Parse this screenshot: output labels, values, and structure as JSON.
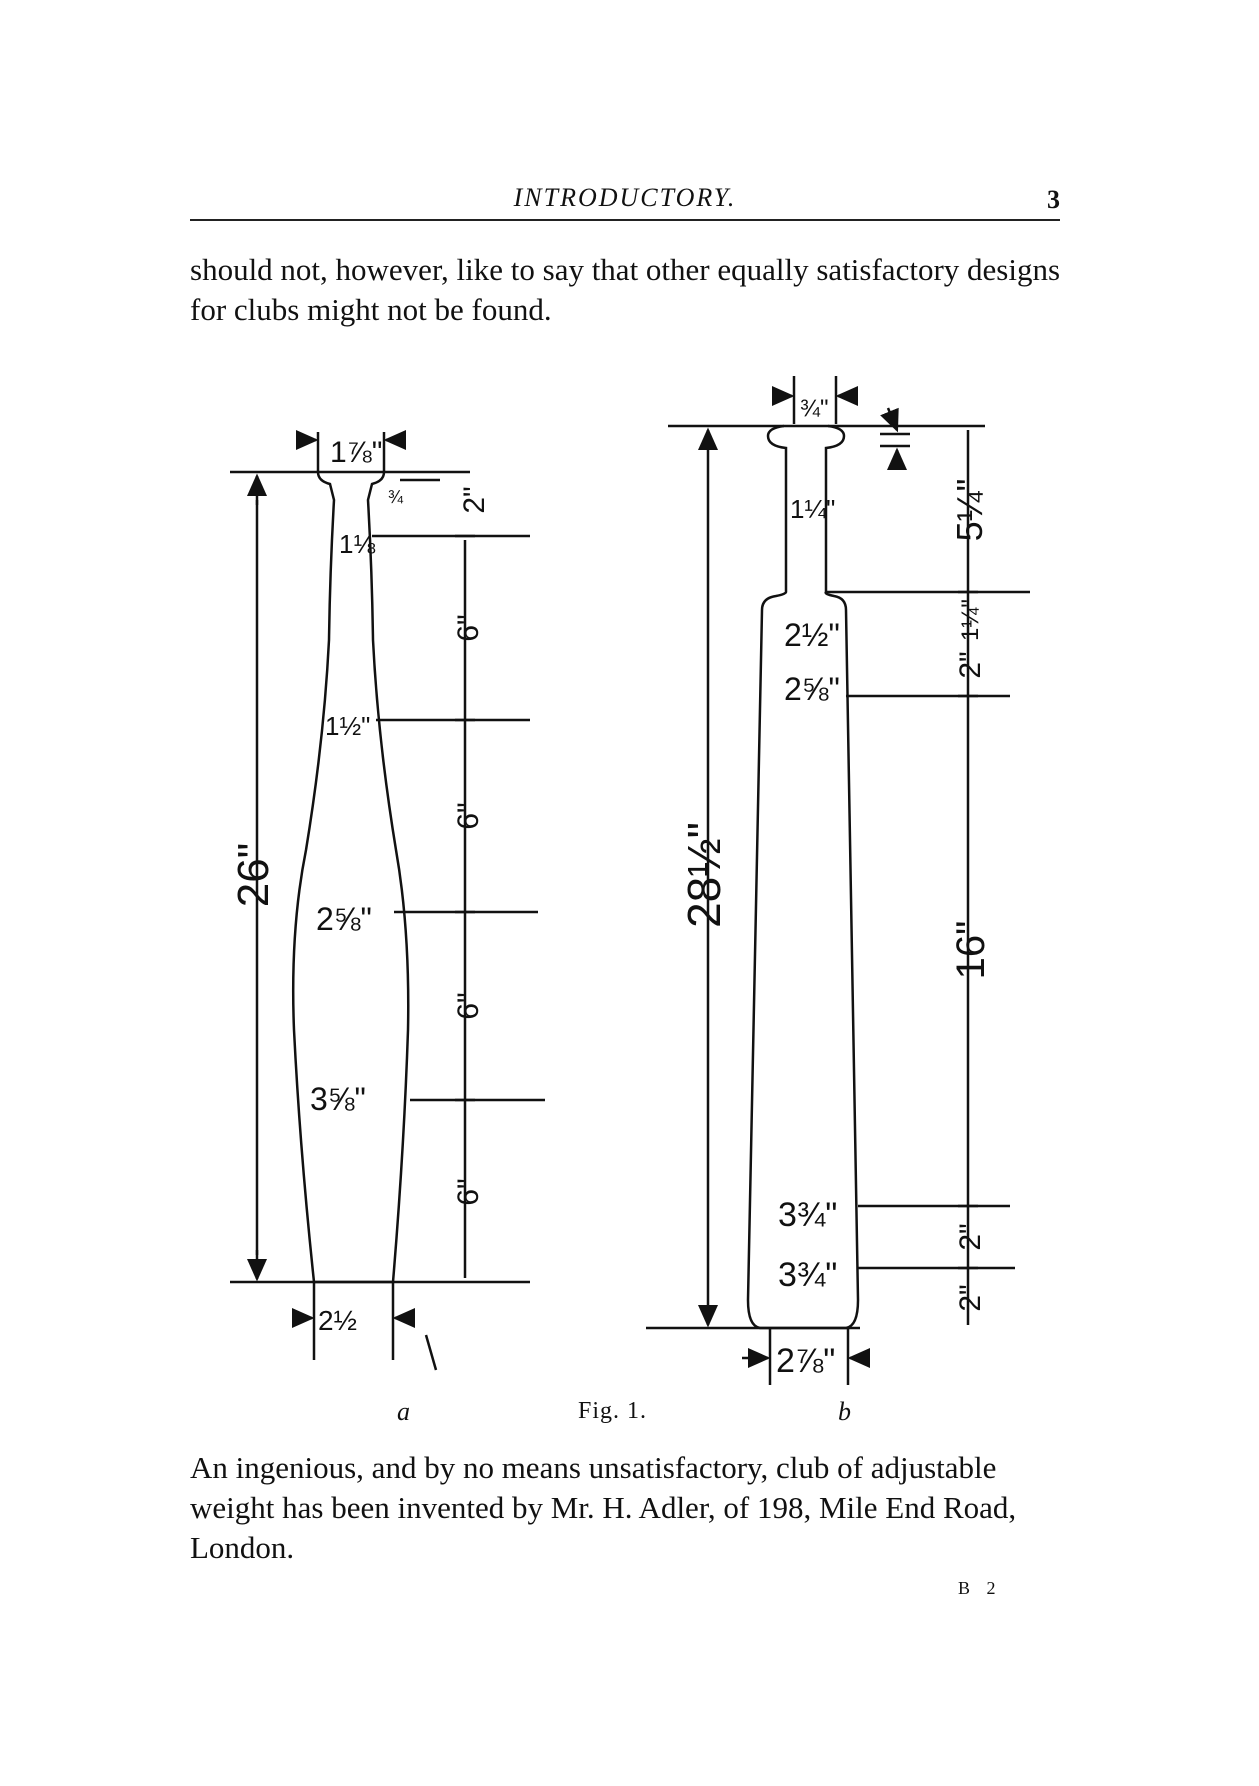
{
  "header": {
    "title": "INTRODUCTORY.",
    "page_number": "3"
  },
  "paragraph_top": "should not, however, like to say that other equally satisfactory designs for clubs might not be found.",
  "figure": {
    "club_a": {
      "label": "a",
      "top_width": "1⅞\"",
      "total_length": "26\"",
      "neck_offset": "2\"",
      "neck_thick": "¾",
      "d_neck": "1⅛",
      "d_1": "1½\"",
      "d_2": "2⅝\"",
      "d_3": "3⅝\"",
      "base": "2½",
      "segment": "6\""
    },
    "club_b": {
      "label": "b",
      "top_width": "¾\"",
      "total_length": "28½\"",
      "handle": "1¼\"",
      "handle_length": "5¼\"",
      "shoulder": "1¼\"",
      "d_1": "2½\"",
      "d_2": "2⅝\"",
      "gap_2a": "2\"",
      "middle": "16\"",
      "d_3": "3¾\"",
      "d_4": "3¾\"",
      "gap_2b": "2\"",
      "gap_2c": "2\"",
      "base": "2⅞\""
    },
    "caption": "Fig. 1."
  },
  "paragraph_bottom": "An ingenious, and by no means unsatisfactory, club of adjustable weight has been invented by Mr. H. Adler, of 198, Mile End Road, London.",
  "signature": "B 2"
}
